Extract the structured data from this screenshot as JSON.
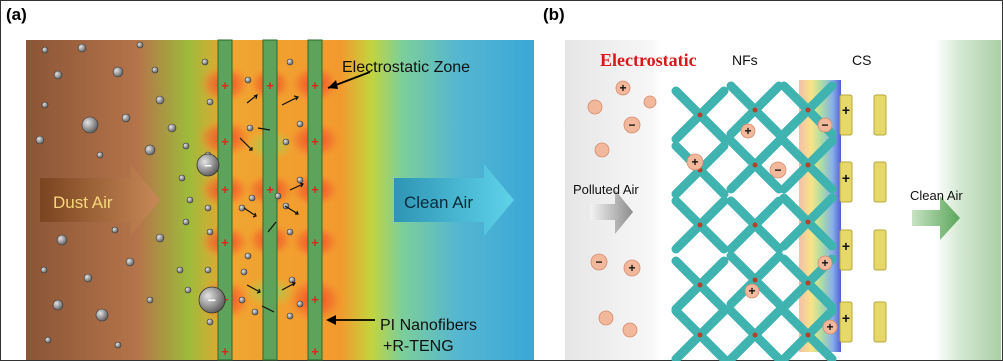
{
  "panel_a": {
    "label": "(a)",
    "zone_label": "Electrostatic Zone",
    "fiber_label_line1": "PI Nanofibers",
    "fiber_label_line2": "+R-TENG",
    "arrow_left": "Dust Air",
    "arrow_right": "Clean Air",
    "plus": "+",
    "minus": "−"
  },
  "panel_b": {
    "label": "(b)",
    "title": "Electrostatic",
    "nfs": "NFs",
    "cs": "CS",
    "left_label": "Polluted Air",
    "right_label": "Clean Air",
    "plus": "+",
    "minus": "−"
  },
  "colors": {
    "dust_brown": "#a0643c",
    "clean_blue": "#3aa7d8",
    "fiber_green": "#5ea35b",
    "title_red": "#d7191c",
    "fiber_teal": "#3fb3b0",
    "particle_peach": "#f1b89b"
  }
}
